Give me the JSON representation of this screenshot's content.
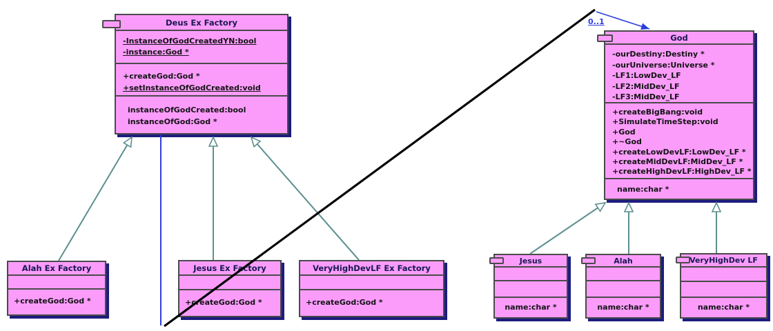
{
  "classes": {
    "deus": {
      "title": "Deus Ex Factory",
      "attributes": [
        "-InstanceOfGodCreatedYN:bool",
        "-instance:God *"
      ],
      "methods": [
        "+createGod:God *",
        "+setInstanceOfGodCreated:void"
      ],
      "properties": [
        "instanceOfGodCreated:bool",
        "instanceOfGod:God *"
      ]
    },
    "god": {
      "title": "God",
      "attributes": [
        "-ourDestiny:Destiny *",
        "-ourUniverse:Universe *",
        "-LF1:LowDev_LF",
        "-LF2:MidDev_LF",
        "-LF3:MidDev_LF"
      ],
      "methods": [
        "+createBigBang:void",
        "+SimulateTimeStep:void",
        "+God",
        "+~God",
        "+createLowDevLF:LowDev_LF *",
        "+createMidDevLF:MidDev_LF *",
        "+createHighDevLF:HighDev_LF *"
      ],
      "properties": [
        "name:char *"
      ]
    },
    "alah_factory": {
      "title": "Alah Ex Factory",
      "methods": [
        "+createGod:God *"
      ]
    },
    "jesus_factory": {
      "title": "Jesus Ex Factory",
      "methods": [
        "+createGod:God *"
      ]
    },
    "vhdlf_factory": {
      "title": "VeryHighDevLF Ex Factory",
      "methods": [
        "+createGod:God *"
      ]
    },
    "jesus": {
      "title": "Jesus",
      "properties": [
        "name:char *"
      ]
    },
    "alah": {
      "title": "Alah",
      "properties": [
        "name:char *"
      ]
    },
    "vhdlf": {
      "title": "VeryHighDev LF",
      "properties": [
        "name:char *"
      ]
    }
  },
  "association": {
    "multiplicity": "0..1"
  },
  "colors": {
    "class_fill": "#fb9cfb",
    "class_border": "#4a4a4a",
    "class_shadow": "#1c1c7e",
    "title_text": "#181850",
    "member_text": "#141414",
    "inheritance_line": "#5c8f8f",
    "association_line_blue": "#2c3ddd",
    "association_line_black": "#000000"
  }
}
